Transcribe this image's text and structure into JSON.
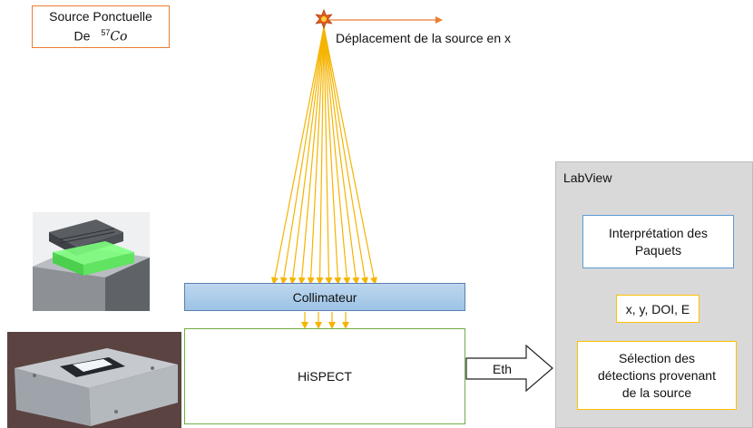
{
  "source": {
    "line1": "Source Ponctuelle",
    "line2": "De",
    "isotope_mass": "57",
    "isotope_symbol": "Co"
  },
  "displacement_label": "Déplacement de la source en x",
  "collimator_label": "Collimateur",
  "hispect_label": "HiSPECT",
  "eth_label": "Eth",
  "labview": {
    "title": "LabView",
    "interpretation": [
      "Interprétation des",
      "Paquets"
    ],
    "values": "x, y, DOI, E",
    "selection": [
      "Sélection des",
      "détections provenant",
      "de la source"
    ]
  },
  "photos": {
    "module_render": "3d-module-render",
    "hardware_photo": "hispect-hardware-photo"
  },
  "colors": {
    "rays": "#f5b400",
    "arrow_x": "#ed7d31",
    "source_border": "#ed7d31",
    "collimator_fill": "#9dc3e6",
    "hispect_border": "#70ad47",
    "labview_bg": "#d9d9d9",
    "interp_border": "#5b9bd5",
    "selection_border": "#ffc000",
    "glow": "#4cff4c"
  },
  "icons": [
    "star-source-icon",
    "direction-arrow-icon"
  ]
}
